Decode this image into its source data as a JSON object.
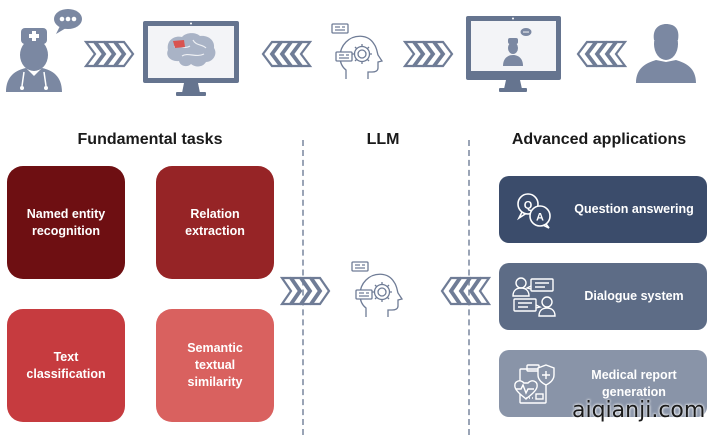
{
  "colors": {
    "icon_gray": "#6f7c96",
    "icon_light": "#8d99b0",
    "ner": "#6e0f12",
    "relation": "#962426",
    "text_classification": "#c63b3f",
    "sts": "#d9615f",
    "qa": "#3b4c6b",
    "dialogue": "#5d6c86",
    "medical": "#8994a8",
    "brain_highlight": "#d9534f"
  },
  "top_flow": {
    "doctor_icon": "doctor-icon",
    "speech_bubble_icon": "speech-bubble-icon",
    "brain_monitor_icon": "brain-monitor-icon",
    "llm_head_icon": "llm-head-icon",
    "doctor_monitor_icon": "doctor-monitor-icon",
    "patient_icon": "patient-icon"
  },
  "sections": {
    "fundamental_title": "Fundamental  tasks",
    "llm_title": "LLM",
    "advanced_title": "Advanced applications"
  },
  "fundamental_tasks": [
    {
      "label": "Named entity recognition",
      "lines": [
        "Named entity",
        "recognition"
      ]
    },
    {
      "label": "Relation extraction",
      "lines": [
        "Relation",
        "extraction"
      ]
    },
    {
      "label": "Text classification",
      "lines": [
        "Text",
        "classification"
      ]
    },
    {
      "label": "Semantic textual similarity",
      "lines": [
        "Semantic",
        "textual",
        "similarity"
      ]
    }
  ],
  "advanced_applications": [
    {
      "label": "Question answering",
      "icon": "qa-icon"
    },
    {
      "label": "Dialogue system",
      "icon": "dialogue-icon"
    },
    {
      "label": "Medical report generation",
      "lines": [
        "Medical report",
        "generation"
      ],
      "icon": "medical-report-icon"
    }
  ],
  "watermark": "aiqianji.com"
}
